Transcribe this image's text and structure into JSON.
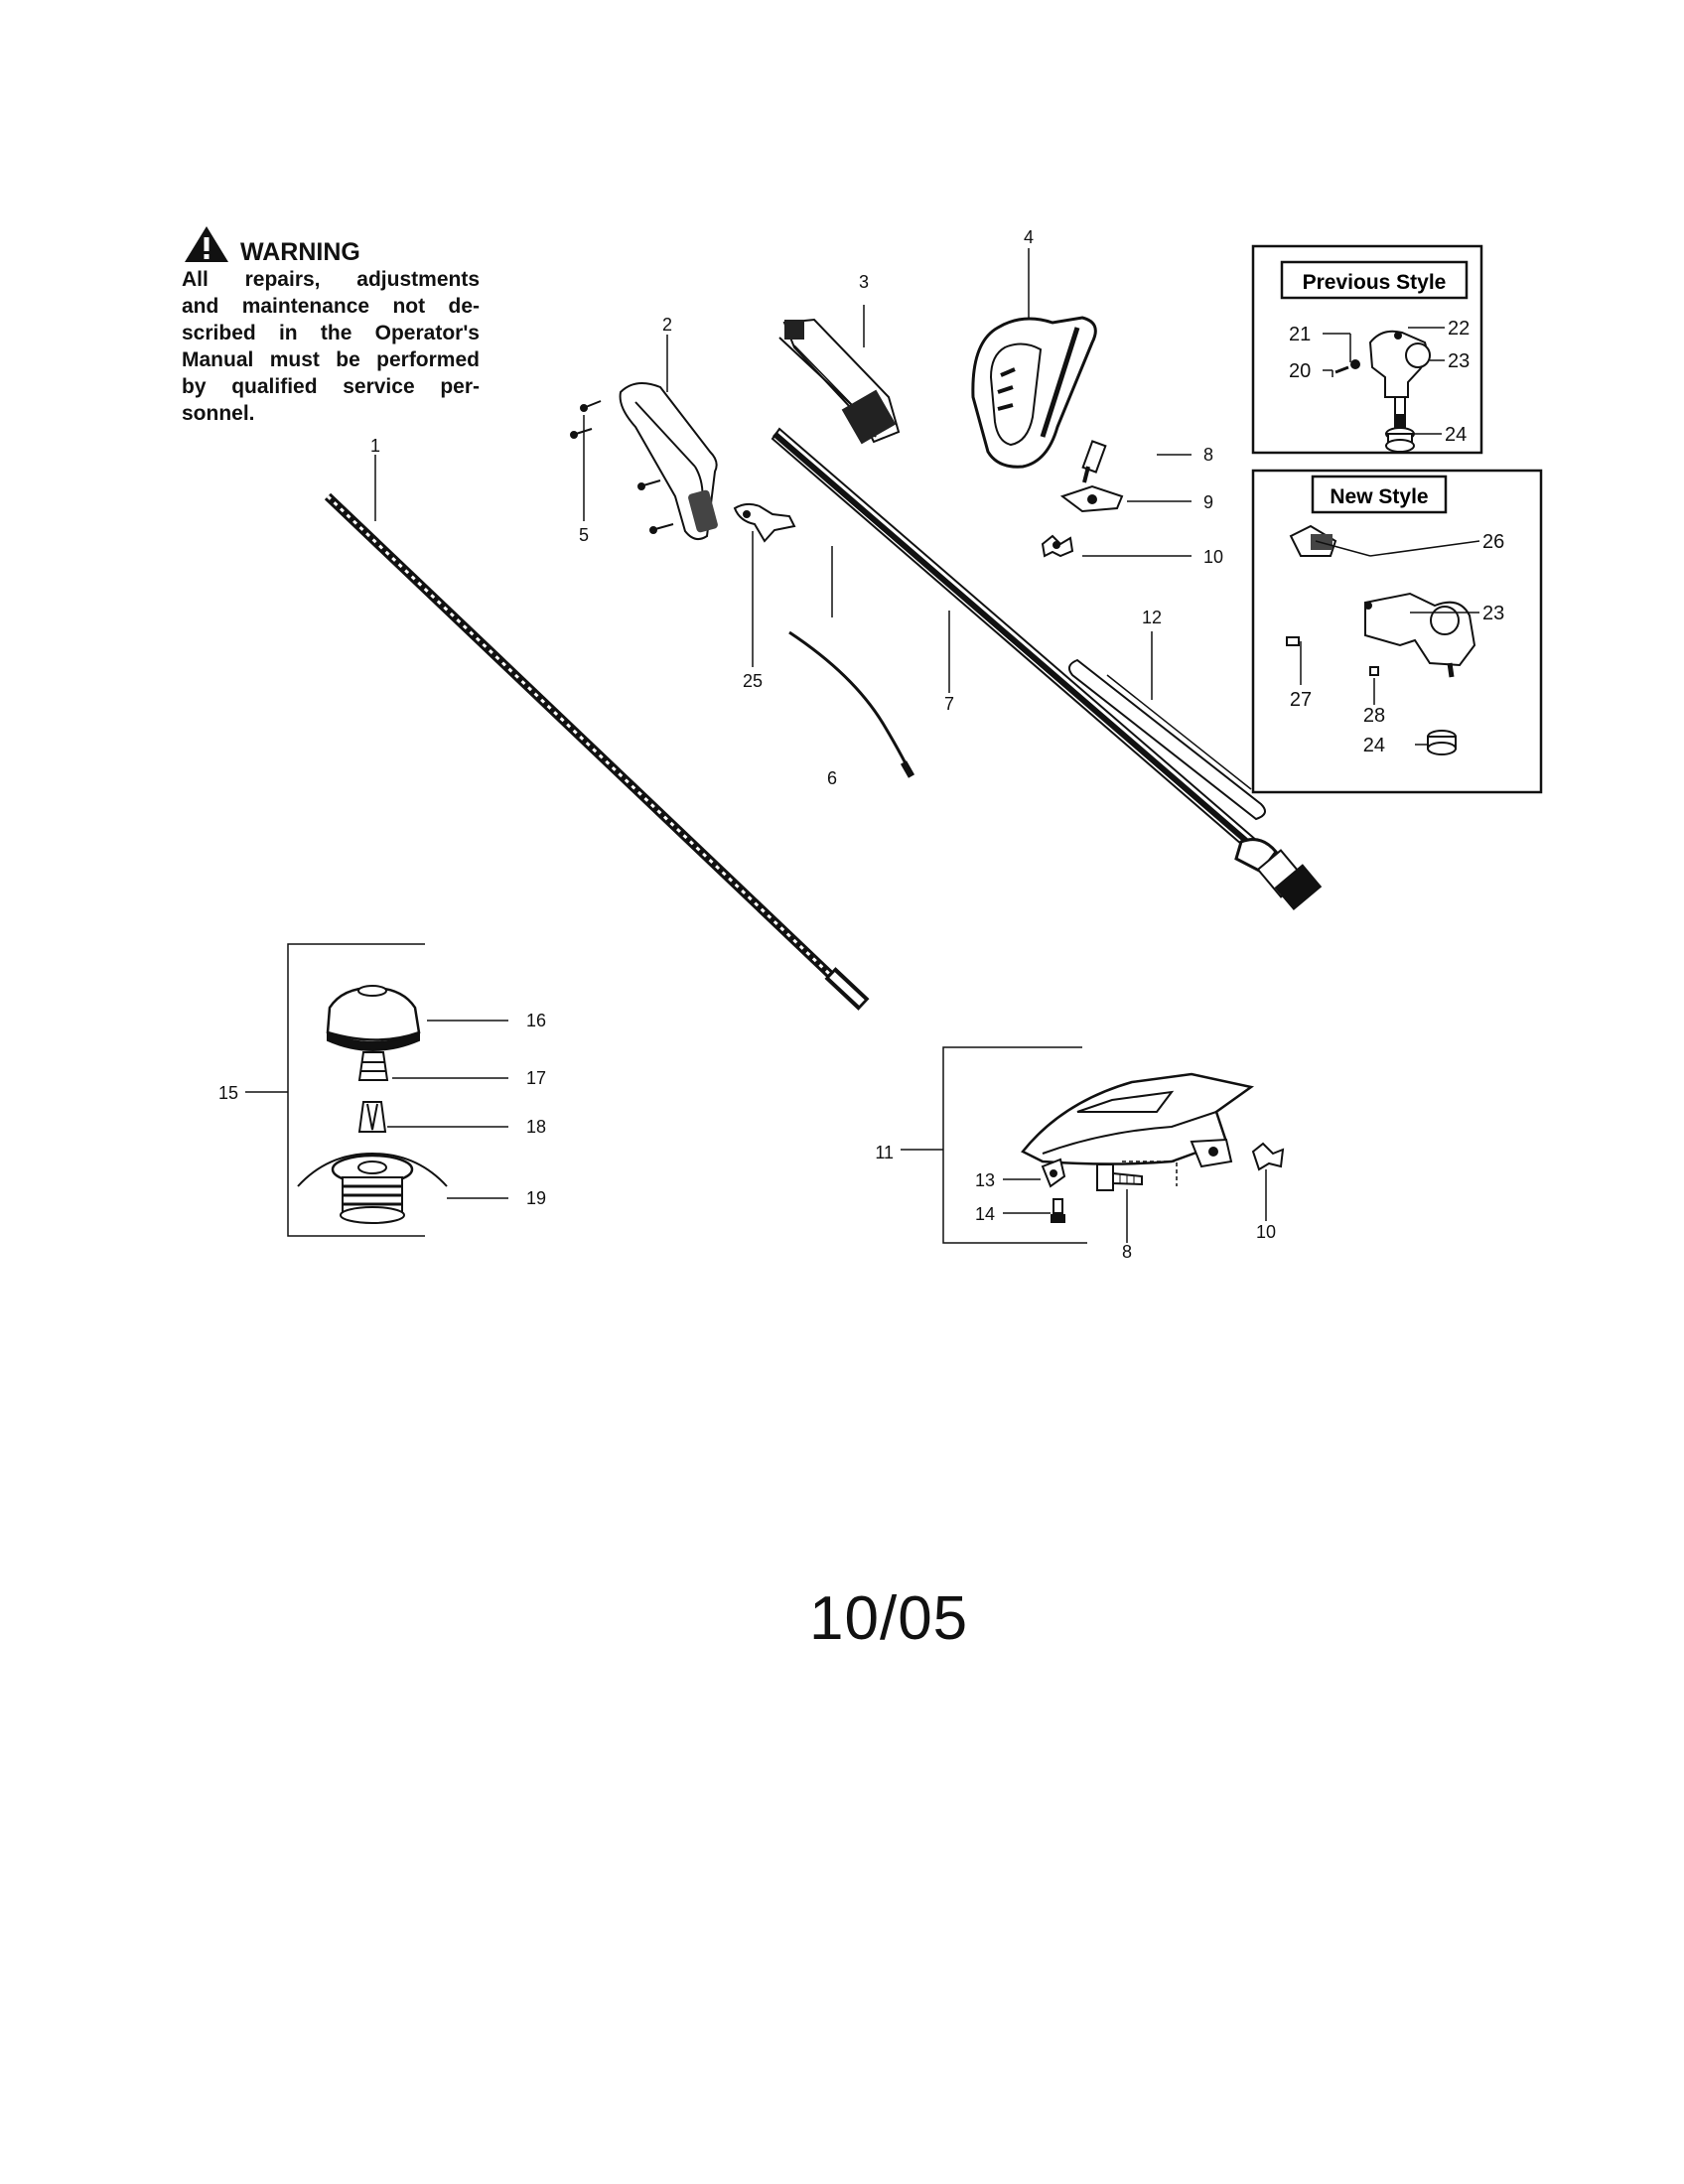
{
  "warning": {
    "icon": "warning-triangle-icon",
    "title": "WARNING",
    "lines": [
      "All repairs, adjustments",
      "and maintenance not de-",
      "scribed in the Operator's",
      "Manual must be performed",
      "by qualified service per-",
      "sonnel."
    ]
  },
  "insets": {
    "previous_style": "Previous Style",
    "new_style": "New Style"
  },
  "part_numbers": [
    "1",
    "2",
    "3",
    "4",
    "5",
    "6",
    "7",
    "8",
    "9",
    "10",
    "11",
    "12",
    "13",
    "14",
    "15",
    "16",
    "17",
    "18",
    "19",
    "20",
    "21",
    "22",
    "23",
    "24",
    "25",
    "26",
    "27",
    "28"
  ],
  "date": "10/05"
}
